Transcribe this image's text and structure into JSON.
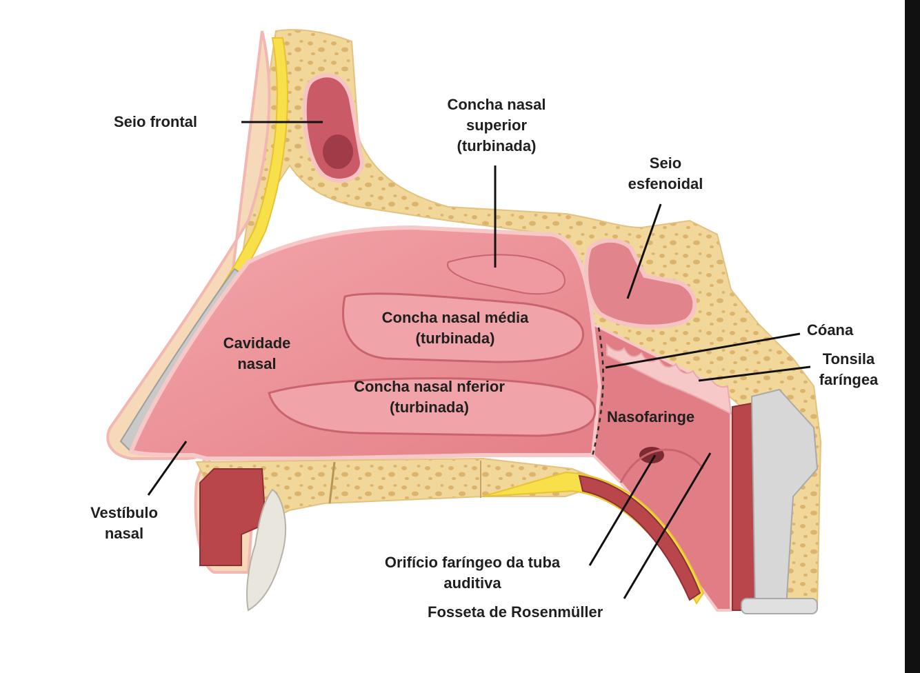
{
  "labels": {
    "seio_frontal": "Seio frontal",
    "concha_superior": "Concha nasal\nsuperior\n(turbinada)",
    "seio_esfenoidal": "Seio\nesfenoidal",
    "coana": "Cóana",
    "tonsila_faringea": "Tonsila\nfaríngea",
    "concha_media": "Concha nasal média\n(turbinada)",
    "cavidade_nasal": "Cavidade\nnasal",
    "concha_inferior": "Concha nasal nferior\n(turbinada)",
    "nasofaringe": "Nasofaringe",
    "vestibulo_nasal": "Vestíbulo\nnasal",
    "orificio_tuba": "Orifício faríngeo da tuba\nauditiva",
    "fosseta_rosenmuller": "Fosseta de Rosenmüller"
  },
  "colors": {
    "bone": "#f1d79a",
    "bone_pores": "#d9b36a",
    "mucosa": "#e88f95",
    "mucosa_light": "#f5c9c9",
    "muscle": "#b8464b",
    "fat": "#f7e04a",
    "cartilage": "#c9c9c9",
    "leader_line": "#111111"
  }
}
